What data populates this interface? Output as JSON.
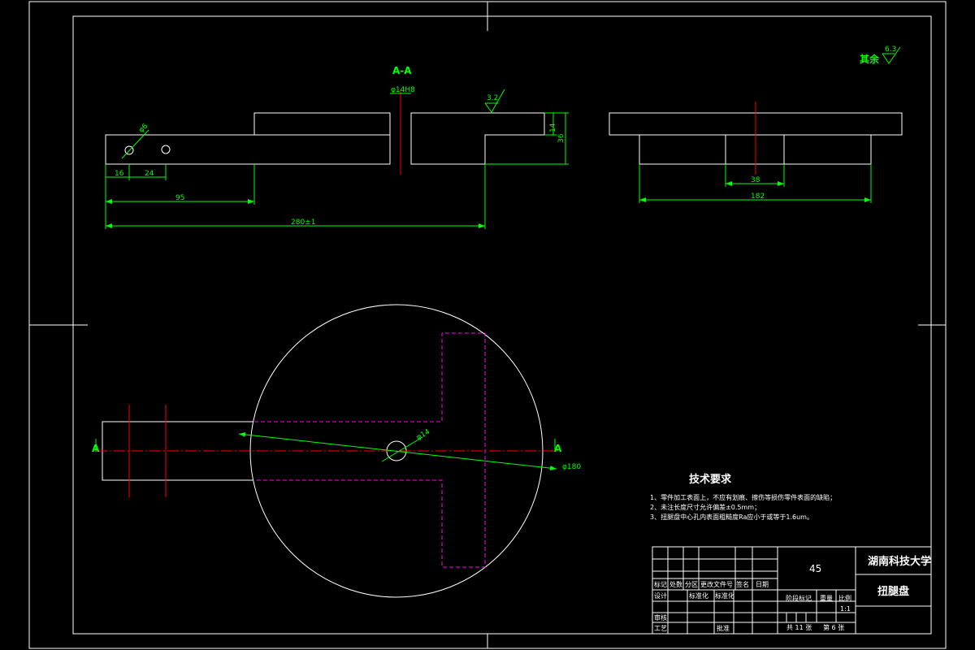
{
  "section_label": "A-A",
  "roughness": {
    "remaining_label": "其余",
    "remaining_value": "6.3",
    "top_value": "3.2"
  },
  "section_dims": {
    "bore": "φ14H8",
    "small_hole": "φ6",
    "d16": "16",
    "d24": "24",
    "d95": "95",
    "total": "280±1",
    "h14": "14",
    "h36": "36"
  },
  "side_dims": {
    "d38": "38",
    "d182": "182"
  },
  "plan_dims": {
    "hole": "φ14",
    "dia": "φ180",
    "section_mark_left": "A",
    "section_mark_right": "A"
  },
  "tech": {
    "title": "技术要求",
    "items": [
      "1、零件加工表面上，不应有划痕、擦伤等损伤零件表面的缺陷；",
      "2、未注长度尺寸允许偏差±0.5mm；",
      "3、扭腿盘中心孔内表面粗糙度Ra应小于或等于1.6um。"
    ]
  },
  "title_block": {
    "material": "45",
    "school": "湖南科技大学",
    "part_name": "扭腿盘",
    "header_cells": [
      "标记",
      "处数",
      "分区",
      "更改文件号",
      "签名",
      "日期"
    ],
    "design": "设计",
    "standardize_left": "标准化",
    "standardize": "标准化",
    "review": "审核",
    "process": "工艺",
    "approve": "批准",
    "stage_mark": "阶段标记",
    "weight": "重量",
    "scale_label": "比例",
    "scale_value": "1:1",
    "sheets": "共 11 张",
    "sheet_no": "第 6 张"
  }
}
